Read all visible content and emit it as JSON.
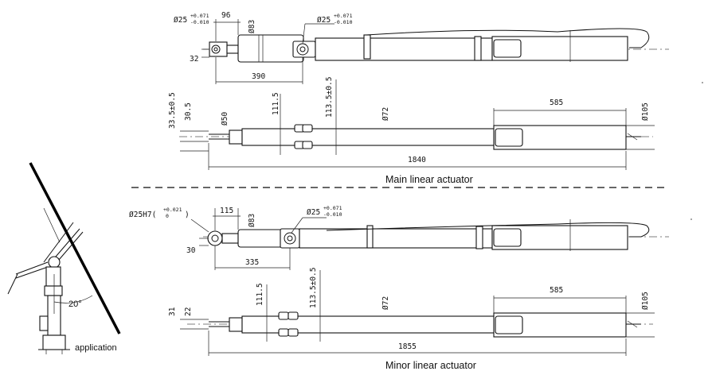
{
  "main_actuator": {
    "caption": "Main linear actuator",
    "top_view": {
      "hole_left_label": "Ø25",
      "hole_left_tol_upper": "+0.071",
      "hole_left_tol_lower": "-0.010",
      "dim_96": "96",
      "dim_83": "Ø83",
      "hole_right_label": "Ø25",
      "hole_right_tol_upper": "+0.071",
      "hole_right_tol_lower": "-0.010",
      "dim_32": "32",
      "dim_390": "390"
    },
    "side_view": {
      "dim_33_5": "33.5±0.5",
      "dim_30_5": "30.5",
      "dim_50": "Ø50",
      "dim_111_5": "111.5",
      "dim_113_5": "113.5±0.5",
      "dim_72": "Ø72",
      "dim_585": "585",
      "dim_105": "Ø105",
      "dim_1840": "1840"
    }
  },
  "minor_actuator": {
    "caption": "Minor linear actuator",
    "top_view": {
      "hole_left_label": "Ø25H7(",
      "hole_left_tol_upper": "+0.021",
      "hole_left_tol_lower": "0",
      "hole_left_close": ")",
      "dim_115": "115",
      "dim_83": "Ø83",
      "hole_right_label": "Ø25",
      "hole_right_tol_upper": "+0.071",
      "hole_right_tol_lower": "-0.010",
      "dim_30": "30",
      "dim_335": "335"
    },
    "side_view": {
      "dim_31": "31",
      "dim_22": "22",
      "dim_111_5": "111.5",
      "dim_113_5": "113.5±0.5",
      "dim_72": "Ø72",
      "dim_585": "585",
      "dim_105": "Ø105",
      "dim_1855": "1855"
    }
  },
  "application": {
    "label": "application",
    "angle": "20°"
  }
}
